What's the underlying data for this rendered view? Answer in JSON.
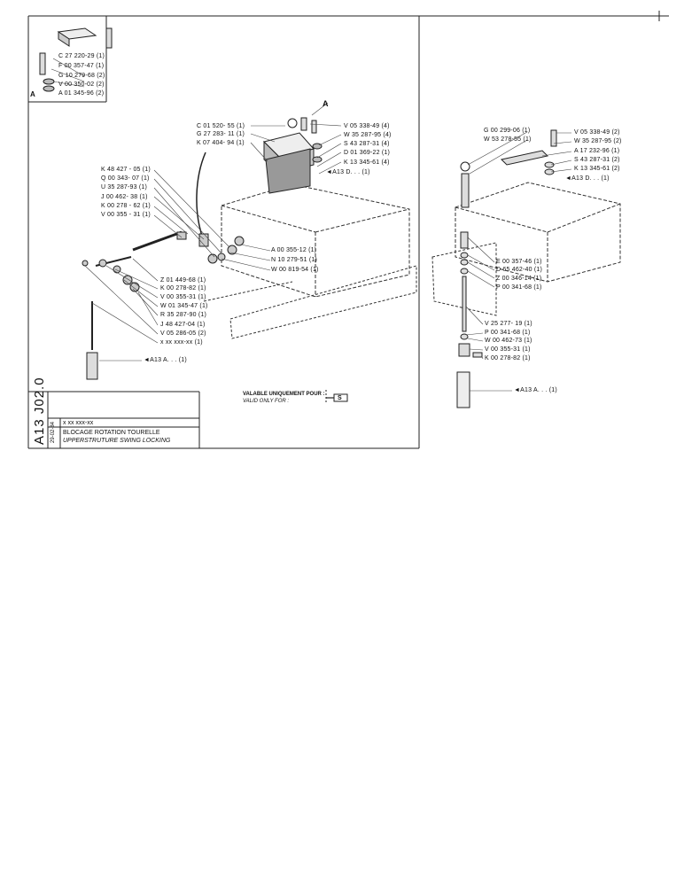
{
  "inset": {
    "view_letter": "A",
    "parts": [
      "C 27 220-29 (1)",
      "F 00 357-47 (1)",
      "G 10 279-68 (2)",
      "V 00 350-02 (2)",
      "A 01 345-96 (2)"
    ]
  },
  "main_view": {
    "top_arrow_letter": "A",
    "top_right_parts": [
      "V 05 338-49 (4)",
      "W 35 287-95 (4)",
      "S 43 287-31 (4)",
      "D 01 369-22 (1)",
      "K 13 345-61 (4)"
    ],
    "top_right_ref": "A13 D. . . (1)",
    "top_left_parts": [
      "C 01 520- 55 (1)",
      "G 27 283- 11 (1)",
      "K 07 404- 94 (1)"
    ],
    "left_parts": [
      "K 48 427 - 05 (1)",
      "Q 00 343- 07 (1)",
      "U 35 287-93 (1)",
      "J 00 462- 38 (1)",
      "K 00 278 - 62 (1)",
      "V 00 355 - 31 (1)"
    ],
    "right_mid_parts": [
      "A 00 355-12 (1)",
      "N 10 279-51 (1)",
      "W 00 819-54 (1)"
    ],
    "bottom_parts": [
      "Z 01 449-68 (1)",
      "K 00 278-82 (1)",
      "V 00 355-31 (1)",
      "W 01 345-47 (1)",
      "R 35 287-90 (1)",
      "J 48 427-04 (1)",
      "V 05 286-05 (2)",
      "x xx xxx-xx (1)"
    ],
    "bottom_ref": "A13 A. . . (1)"
  },
  "side_view": {
    "top_left_parts": [
      "G 00 299-06 (1)",
      "W 53 278-55 (1)"
    ],
    "top_right_parts": [
      "V 05 338-49 (2)",
      "W 35 287-95 (2)",
      "A 17 232-96 (1)",
      "S 43 287-31 (2)",
      "K 13 345-61 (2)"
    ],
    "top_ref": "A13 D. . . (1)",
    "mid_parts": [
      "E 00 357-46 (1)",
      "D 65 462-40 (1)",
      "Z 00 346-14 (1)",
      "P 00 341-68 (1)"
    ],
    "low_parts": [
      "V 25 277- 19 (1)",
      "P 00 341-68 (1)",
      "W 00 462-73 (1)",
      "V 00 355-31 (1)",
      "K 00 278-82 (1)"
    ],
    "bottom_ref": "A13 A. . . (1)"
  },
  "validity": {
    "fr": "VALABLE UNIQUEMENT POUR :",
    "en": "VALID ONLY FOR :",
    "code": "S"
  },
  "title_block": {
    "sheet_id": "A13 J02.0",
    "date": "29-02-84",
    "ref_no": "x xx xxx-xx",
    "title_fr": "BLOCAGE ROTATION TOURELLE",
    "title_en": "UPPERSTRUTURE SWING LOCKING"
  }
}
